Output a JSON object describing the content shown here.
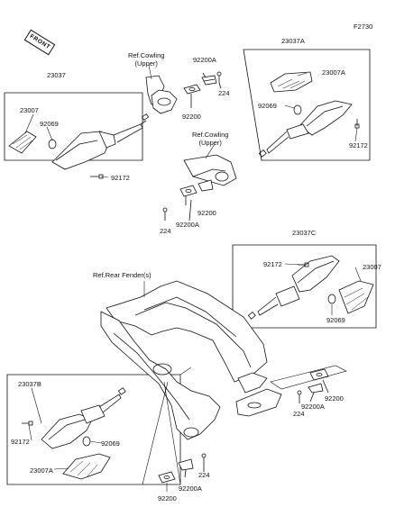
{
  "diagram": {
    "code": "F2730",
    "front_label": "FRONT",
    "refs": {
      "cowling_upper_1": "Ref.Cowling\n(Upper)",
      "cowling_upper_2": "Ref.Cowling\n(Upper)",
      "rear_fender": "Ref.Rear Fender(s)"
    },
    "parts": {
      "p23037": "23037",
      "p23037A": "23037A",
      "p23037B": "23037B",
      "p23037C": "23037C",
      "p23007_a": "23007",
      "p23007_b": "23007",
      "p23007A_a": "23007A",
      "p23007A_b": "23007A",
      "p92069_a": "92069",
      "p92069_b": "92069",
      "p92069_c": "92069",
      "p92069_d": "92069",
      "p92172_a": "92172",
      "p92172_b": "92172",
      "p92172_c": "92172",
      "p92172_d": "92172",
      "p92200A_a": "92200A",
      "p92200A_b": "92200A",
      "p92200A_c": "92200A",
      "p92200A_d": "92200A",
      "p92200_a": "92200",
      "p92200_b": "92200",
      "p92200_c": "92200",
      "p92200_d": "92200",
      "p224_a": "224",
      "p224_b": "224",
      "p224_c": "224",
      "p224_d": "224"
    }
  }
}
